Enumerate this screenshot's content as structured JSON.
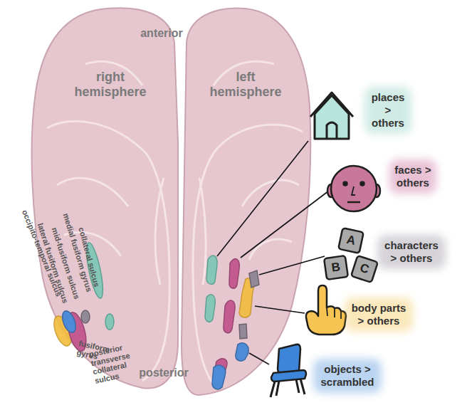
{
  "diagram": {
    "labels": [
      "anterior",
      "right hemisphere",
      "left hemisphere",
      "posterior",
      "occipito-temporal sulcus",
      "lateral fusiform sulcus",
      "mid-fusiform sulcus",
      "medial fusiform gyrus",
      "collateral sulcus",
      "fusiform gyrus",
      "posterior transverse collateral sulcus",
      "A",
      "B",
      "C"
    ],
    "legend": [
      {
        "text": "places > others",
        "color": "#7cc7b5"
      },
      {
        "text": "faces > others",
        "color": "#c0508a"
      },
      {
        "text": "characters > others",
        "color": "#8a8390"
      },
      {
        "text": "body parts > others",
        "color": "#f2bd3c"
      },
      {
        "text": "objects > scrambled",
        "color": "#3d85d8"
      }
    ]
  }
}
